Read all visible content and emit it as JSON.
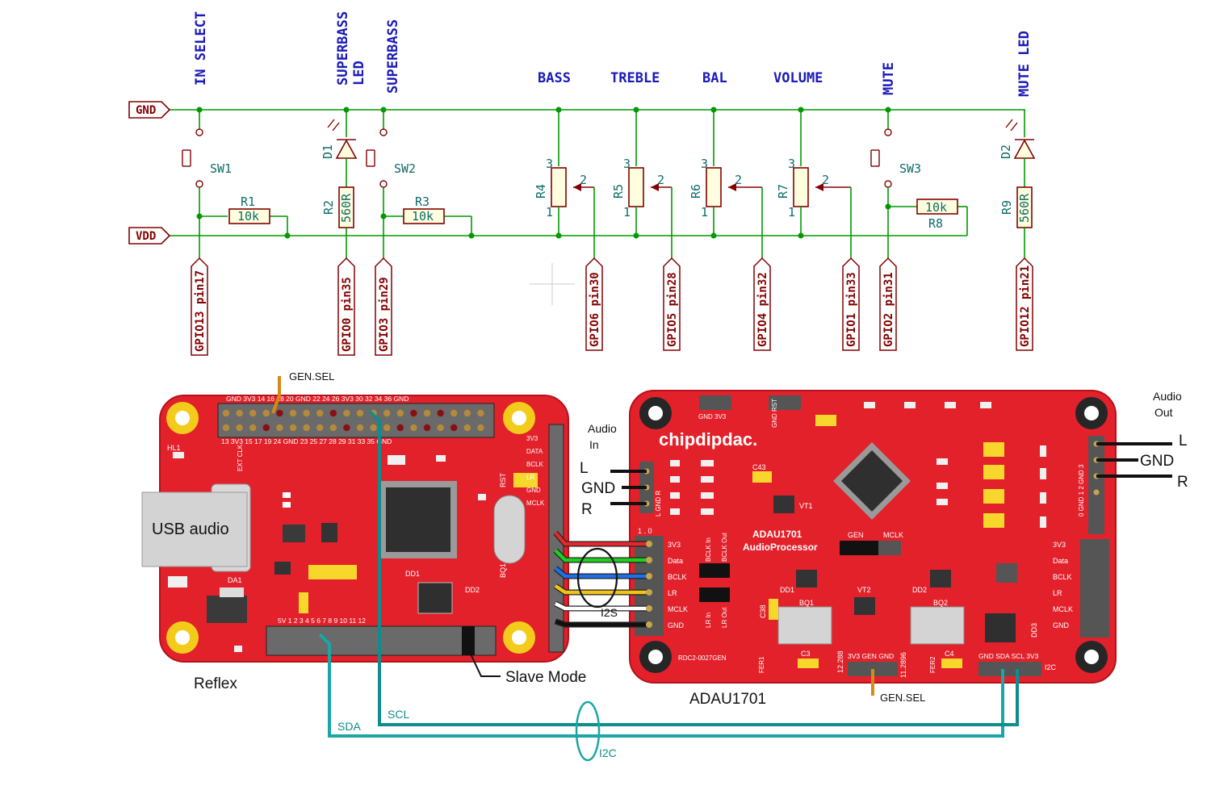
{
  "schematic": {
    "nets": {
      "gnd": "GND",
      "vdd": "VDD"
    },
    "top_labels": {
      "in_select": "IN SELECT",
      "superbass_led": "SUPERBASS",
      "superbass_led_2": "LED",
      "superbass": "SUPERBASS",
      "bass": "BASS",
      "treble": "TREBLE",
      "bal": "BAL",
      "volume": "VOLUME",
      "mute": "MUTE",
      "mute_led": "MUTE LED"
    },
    "components": {
      "sw1": "SW1",
      "sw2": "SW2",
      "sw3": "SW3",
      "d1": "D1",
      "d2": "D2",
      "r1": "R1",
      "r1_val": "10k",
      "r2": "R2",
      "r2_val": "560R",
      "r3": "R3",
      "r3_val": "10k",
      "r4": "R4",
      "r5": "R5",
      "r6": "R6",
      "r7": "R7",
      "r8": "R8",
      "r8_val": "10k",
      "r9": "R9",
      "r9_val": "560R",
      "pin1": "1",
      "pin2": "2",
      "pin3": "3"
    },
    "gpio": {
      "g13": "GPIO13 pin17",
      "g0": "GPIO0 pin35",
      "g3": "GPIO3 pin29",
      "g6": "GPIO6 pin30",
      "g5": "GPIO5 pin28",
      "g4": "GPIO4 pin32",
      "g1": "GPIO1 pin33",
      "g2": "GPIO2 pin31",
      "g12": "GPIO12 pin21"
    }
  },
  "boards": {
    "reflex": {
      "name": "Reflex",
      "usb_label": "USB audio",
      "gen_sel": "GEN.SEL",
      "slave_mode": "Slave Mode",
      "dd1": "DD1",
      "dd2": "DD2",
      "bq1": "BQ1",
      "hl1": "HL1",
      "da1": "DA1",
      "rst": "RST",
      "header_top": "GND 3V3 14 16 18 20 GND 22 24 26 3V3 30 32 34 36 GND",
      "header_bot": "13 3V3 15 17 19 24 GND 23 25 27 28 29 31 33 35 GND",
      "side_pins": [
        "3V3",
        "DATA",
        "BCLK",
        "LR",
        "GND",
        "MCLK"
      ],
      "bottom_pins": "5V  1  2  3  4  5  6  7  8  9  10  11  12",
      "i2s_pins": [
        "3V3",
        "DATA",
        "BCLK",
        "LR",
        "MCLK",
        "GND"
      ]
    },
    "adau": {
      "name": "ADAU1701",
      "brand": "chipdipdac.",
      "title1": "ADAU1701",
      "title2": "AudioProcessor",
      "gen_sel": "GEN.SEL",
      "part_no": "RDC2-0027GEN",
      "freq1": "12.288",
      "freq2": "11.2896",
      "i2s_pins": [
        "3V3",
        "Data",
        "BCLK",
        "LR",
        "MCLK",
        "GND"
      ],
      "right_pins": [
        "3V3",
        "Data",
        "BCLK",
        "LR",
        "MCLK",
        "GND"
      ],
      "i2c_pins": "GND SDA SCL 3V3",
      "i2c_tag": "I2C",
      "gen": "GEN",
      "mclk": "MCLK",
      "header_01": "1 . 0",
      "gen_sel_pins": "3V3 GEN GND",
      "bq1": "BQ1",
      "bq2": "BQ2",
      "dd1": "DD1",
      "dd2": "DD2",
      "dd3": "DD3",
      "vt1": "VT1",
      "vt2": "VT2",
      "fer1": "FER1",
      "fer2": "FER2",
      "c3": "C3",
      "c4": "C4",
      "c38": "C38",
      "c43": "C43",
      "top_hdr1": "GND 3V3",
      "top_hdr2": "GND RST",
      "audio_in_pins": "L GND R",
      "audio_out_pins": "0 GND 1 2 GND 3",
      "lr_in": "LR In",
      "bclk_in": "BCLK In",
      "lr_out": "LR Out",
      "bclk_out": "BCLK Out"
    }
  },
  "callouts": {
    "audio_in": "Audio",
    "audio_in_2": "In",
    "audio_out": "Audio",
    "audio_out_2": "Out",
    "in_l": "L",
    "in_gnd": "GND",
    "in_r": "R",
    "out_l": "L",
    "out_gnd": "GND",
    "out_r": "R",
    "i2s": "I2S",
    "i2c": "I2C",
    "sda": "SDA",
    "scl": "SCL"
  },
  "wire_colors": {
    "v3": "#e8262b",
    "data": "#1fd01f",
    "bclk": "#1e6fe8",
    "lr": "#f0c419",
    "mclk": "#ffffff",
    "gnd": "#111111",
    "i2c": "#1aa6a6",
    "gensel": "#d78a14"
  }
}
